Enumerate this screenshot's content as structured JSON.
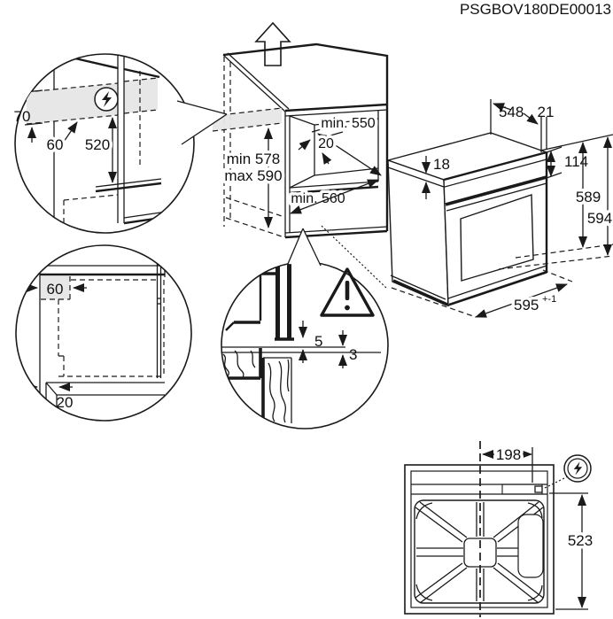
{
  "title": {
    "doc_code": "PSGBOV180DE00013"
  },
  "colors": {
    "line": "#1a1a1a",
    "shade": "#e7e7e7",
    "background": "#ffffff"
  },
  "icons": {
    "electric": "lightning-in-circle",
    "warning": "exclamation-triangle",
    "direction": "hollow-up-arrow"
  },
  "detail_electrical_top": {
    "height_70": "70",
    "offset_60": "60",
    "clearance_520": "520"
  },
  "cabinet_niche": {
    "depth_top": "min. 550",
    "rear_gap": "20",
    "height_min": "min 578",
    "height_max": "max 590",
    "depth_bottom": "min. 560"
  },
  "oven_dims": {
    "depth_548": "548",
    "overhang_21": "21",
    "top_18": "18",
    "panel_114": "114",
    "height_589": "589",
    "height_594": "594",
    "width_595": "595",
    "width_tol": "+-1"
  },
  "detail_recess_bottom": {
    "recess_60": "60",
    "gap_20": "20"
  },
  "detail_gap": {
    "gap_top_5": "5",
    "gap_bottom_3": "3"
  },
  "rear_view": {
    "cable_offset_198": "198",
    "height_523": "523"
  }
}
